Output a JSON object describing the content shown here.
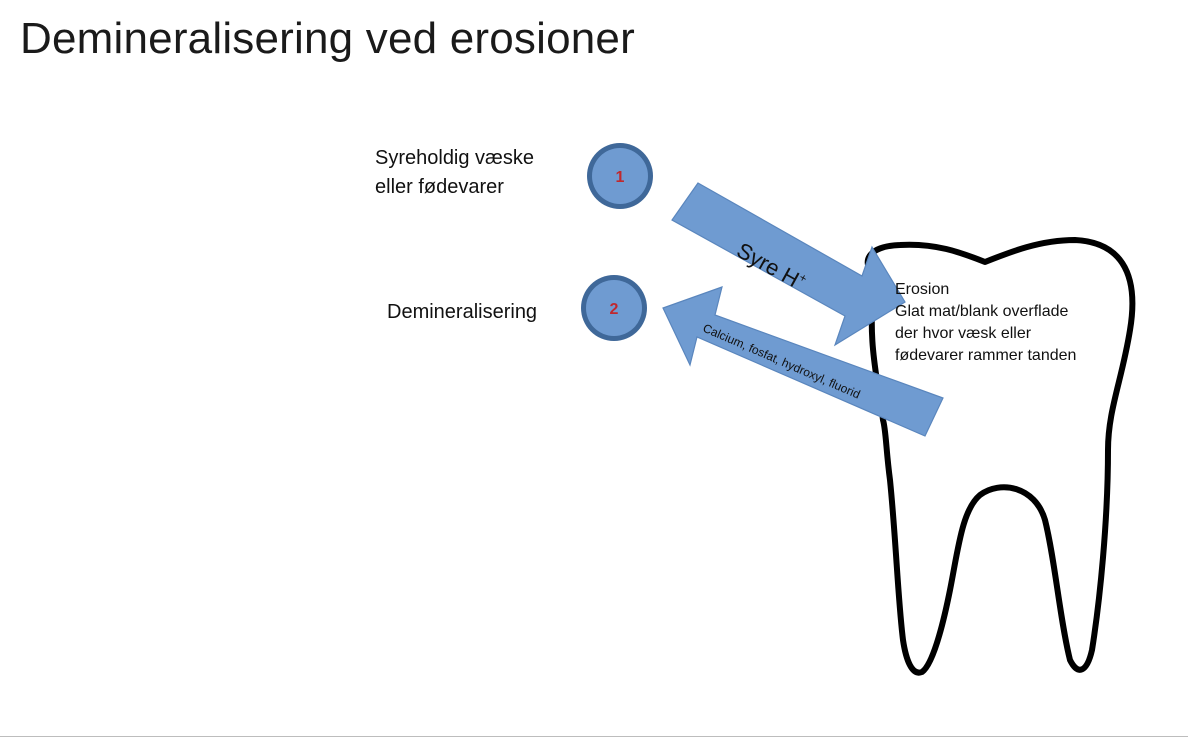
{
  "slide": {
    "title": "Demineralisering ved erosioner",
    "step1": {
      "number": "1",
      "label_lines": [
        "Syreholdig væske",
        "eller fødevarer"
      ]
    },
    "step2": {
      "number": "2",
      "label": "Demineralisering"
    },
    "arrow_in": {
      "text": "Syre H",
      "superscript": "+"
    },
    "arrow_out": {
      "text": "Calcium, fosfat, hydroxyl, fluorid"
    },
    "erosion_note": {
      "lines": [
        "Erosion",
        "Glat mat/blank overflade",
        "der hvor væsk eller",
        "fødevarer rammer tanden"
      ]
    }
  },
  "colors": {
    "arrow_fill": "#6f9bd1",
    "badge_fill": "#6f9bd1",
    "badge_stroke": "#3f6899",
    "badge_text": "#c0282d",
    "tooth_stroke": "#000000"
  },
  "icons": {
    "tooth": "tooth-outline-icon"
  }
}
